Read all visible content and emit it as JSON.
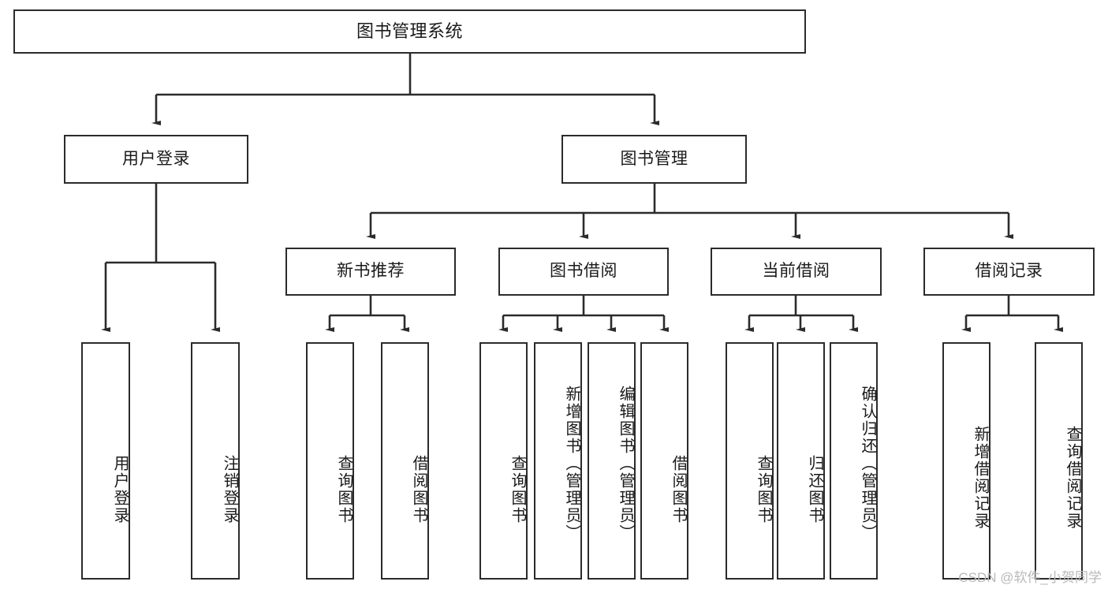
{
  "diagram": {
    "title": "图书管理系统",
    "type": "tree-hierarchy-diagram",
    "watermark": "CSDN @软件_小贺同学",
    "colors": {
      "background": "#ffffff",
      "node_border": "#2b2b2b",
      "node_fill": "#ffffff",
      "edge": "#2b2b2b",
      "text": "#1a1a1a",
      "watermark": "#b9b9b9"
    },
    "nodes": {
      "root": {
        "label": "图书管理系统",
        "orientation": "horizontal"
      },
      "level2": [
        {
          "id": "user-login",
          "label": "用户登录",
          "orientation": "horizontal"
        },
        {
          "id": "book-management",
          "label": "图书管理",
          "orientation": "horizontal"
        }
      ],
      "level3": [
        {
          "id": "new-book-recommend",
          "label": "新书推荐",
          "orientation": "horizontal"
        },
        {
          "id": "book-borrow",
          "label": "图书借阅",
          "orientation": "horizontal"
        },
        {
          "id": "current-borrow",
          "label": "当前借阅",
          "orientation": "horizontal"
        },
        {
          "id": "borrow-record",
          "label": "借阅记录",
          "orientation": "horizontal"
        }
      ],
      "leaves": [
        {
          "id": "leaf-user-login",
          "label": "用户登录",
          "parent": "user-login",
          "orientation": "vertical"
        },
        {
          "id": "leaf-user-logout",
          "label": "注销登录",
          "parent": "user-login",
          "orientation": "vertical"
        },
        {
          "id": "leaf-query-book-1",
          "label": "查询图书",
          "parent": "new-book-recommend",
          "orientation": "vertical"
        },
        {
          "id": "leaf-borrow-book-1",
          "label": "借阅图书",
          "parent": "new-book-recommend",
          "orientation": "vertical"
        },
        {
          "id": "leaf-query-book-2",
          "label": "查询图书",
          "parent": "book-borrow",
          "orientation": "vertical"
        },
        {
          "id": "leaf-add-book",
          "label": "新增图书（管理员）",
          "parent": "book-borrow",
          "orientation": "vertical"
        },
        {
          "id": "leaf-edit-book",
          "label": "编辑图书（管理员）",
          "parent": "book-borrow",
          "orientation": "vertical"
        },
        {
          "id": "leaf-borrow-book-2",
          "label": "借阅图书",
          "parent": "book-borrow",
          "orientation": "vertical"
        },
        {
          "id": "leaf-query-book-3",
          "label": "查询图书",
          "parent": "current-borrow",
          "orientation": "vertical"
        },
        {
          "id": "leaf-return-book",
          "label": "归还图书",
          "parent": "current-borrow",
          "orientation": "vertical"
        },
        {
          "id": "leaf-confirm-return",
          "label": "确认归还（管理员）",
          "parent": "current-borrow",
          "orientation": "vertical"
        },
        {
          "id": "leaf-add-record",
          "label": "新增借阅记录",
          "parent": "borrow-record",
          "orientation": "vertical"
        },
        {
          "id": "leaf-query-record",
          "label": "查询借阅记录",
          "parent": "borrow-record",
          "orientation": "vertical"
        }
      ]
    }
  }
}
